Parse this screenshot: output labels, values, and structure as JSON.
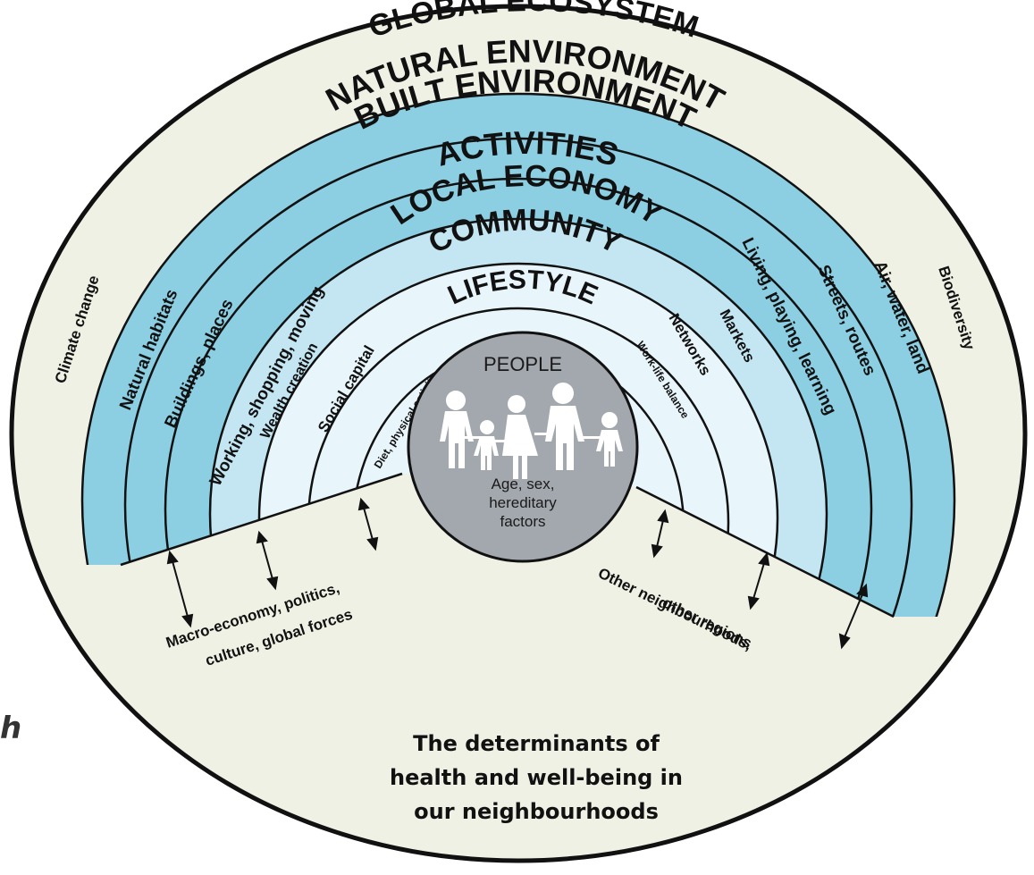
{
  "diagram": {
    "outer_title": "GLOBAL ECOSYSTEM",
    "rings": [
      {
        "title": "NATURAL ENVIRONMENT",
        "left": "Natural habitats",
        "right": "Air, water, land"
      },
      {
        "title": "BUILT ENVIRONMENT",
        "left": "Buildings, places",
        "right": "Streets, routes"
      },
      {
        "title": "ACTIVITIES",
        "left": "Working, shopping, moving",
        "right": "Living, playing, learning"
      },
      {
        "title": "LOCAL ECONOMY",
        "left": "Wealth creation",
        "right": "Markets"
      },
      {
        "title": "COMMUNITY",
        "left": "Social capital",
        "right": "Networks"
      },
      {
        "title": "LIFESTYLE",
        "left": "Diet, physical activity",
        "right": "Work-life balance"
      }
    ],
    "outer_left": "Climate change",
    "outer_right": "Biodiversity",
    "center": {
      "title": "PEOPLE",
      "factors": [
        "Age, sex,",
        "hereditary",
        "factors"
      ]
    },
    "external_left": [
      "Macro-economy, politics,",
      "culture, global forces"
    ],
    "external_right": [
      "Other neighbourhoods,",
      "other regions"
    ],
    "caption": [
      "The determinants of",
      "health and well-being in",
      "our neighbourhoods"
    ],
    "colors": {
      "background": "#eef1e4",
      "outer_band": "#8ccfe3",
      "mid_band": "#c4e6f2",
      "inner_band": "#e8f5fb",
      "people_circle": "#a3a8ae",
      "figures": "#ffffff"
    }
  },
  "side_fragment": "h"
}
